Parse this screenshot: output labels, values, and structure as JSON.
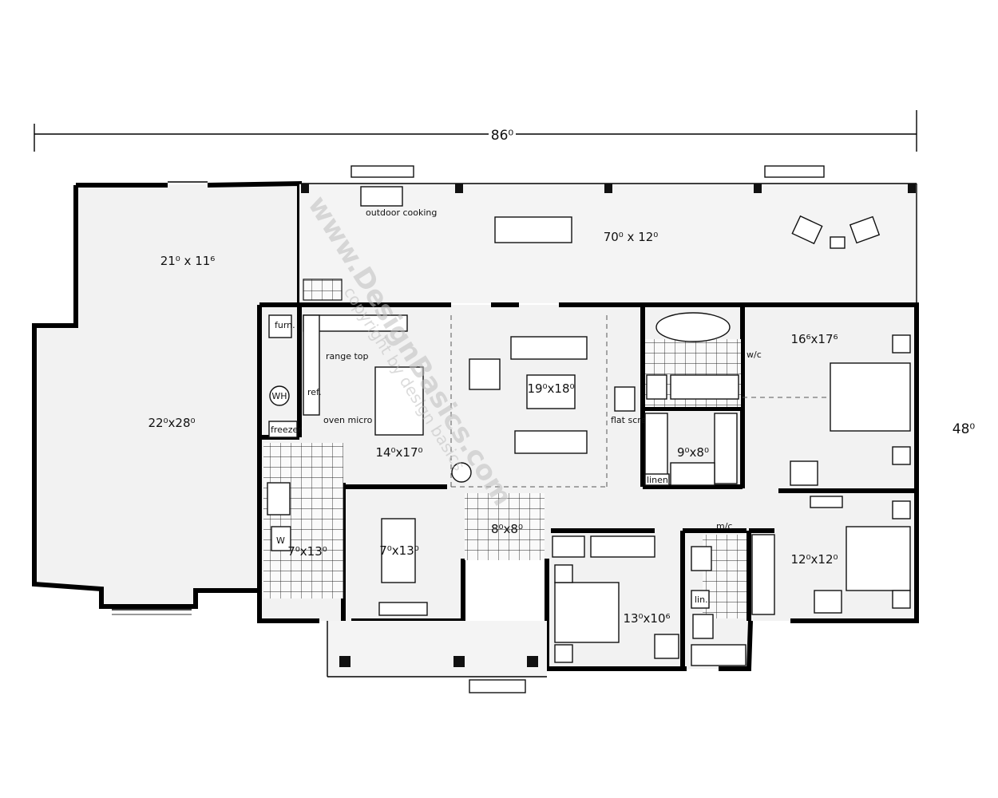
{
  "dimensions": {
    "overall_width": "86⁰",
    "overall_depth": "48⁰"
  },
  "rooms": {
    "porch_rear": "70⁰ x 12⁰",
    "garage_bay": "21⁰ x 11⁶",
    "garage_main": "22⁰x28⁰",
    "kitchen": "14⁰x17⁰",
    "great_room": "19⁰x18⁰",
    "master_bedroom": "16⁶x17⁶",
    "master_closet": "9⁰x8⁰",
    "laundry": "7⁰x13⁰",
    "dining": "7⁰x13⁰",
    "foyer": "8⁰x8⁰",
    "bedroom_2": "13⁰x10⁶",
    "bedroom_3": "12⁰x12⁰"
  },
  "notes": {
    "outdoor_cooking": "outdoor cooking",
    "range_top": "range top",
    "fridge": "ref.",
    "oven_micro": "oven micro",
    "furnace": "furn.",
    "water_heater": "WH",
    "freezer": "freezer",
    "washer": "W",
    "flat_screen": "flat screen",
    "walk_in_closet_master": "w/c",
    "walk_in_closet_bath": "m/c",
    "linen_master": "linen",
    "linen_hall": "lin."
  },
  "watermark": {
    "site": "www.DesignBasics.com",
    "copyright": "copyright by design basics"
  }
}
